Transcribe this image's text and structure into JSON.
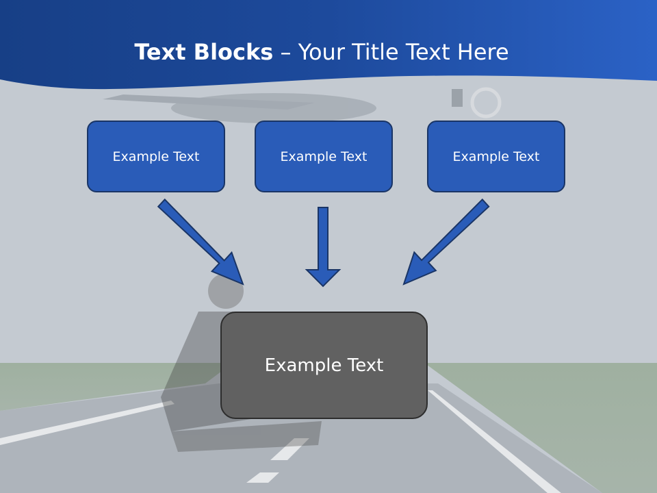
{
  "slide": {
    "title_bold": "Text Blocks",
    "title_rest": " – Your Title Text Here"
  },
  "blocks": {
    "top": [
      {
        "label": "Example Text"
      },
      {
        "label": "Example Text"
      },
      {
        "label": "Example Text"
      }
    ],
    "bottom": {
      "label": "Example Text"
    }
  },
  "colors": {
    "header_blue": "#1f4fa6",
    "block_blue": "#2a5cb8",
    "block_border": "#1a3566",
    "bottom_gray": "#616161"
  }
}
